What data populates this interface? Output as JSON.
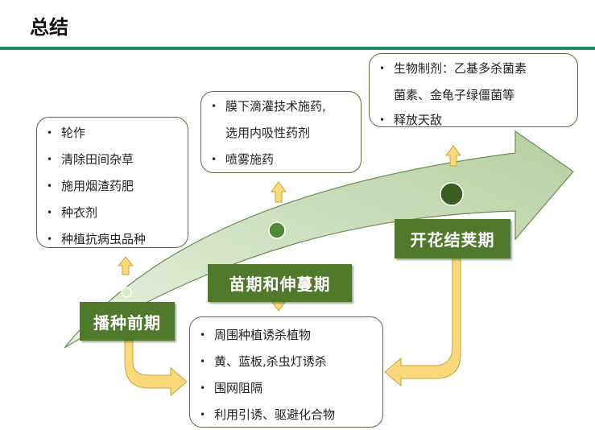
{
  "title": "总结",
  "colors": {
    "accent_rule": "#1e8a5c",
    "stage_label": "#4f7a2c",
    "arrow_fill": "#c5dbb3",
    "yellow_arrow": "#fbd97a"
  },
  "stages": [
    {
      "label": "播种前期",
      "items": [
        "轮作",
        "清除田间杂草",
        "施用烟渣药肥",
        "种衣剂",
        "种植抗病虫品种"
      ]
    },
    {
      "label": "苗期和伸蔓期",
      "items": [
        "膜下滴灌技术施药,",
        "选用内吸性药剂",
        "喷雾施药"
      ]
    },
    {
      "label": "开花结荚期",
      "items": [
        "生物制剂：乙基多杀菌素",
        "菌素、金龟子绿僵菌等",
        "释放天敌"
      ]
    }
  ],
  "common_measures": [
    "周围种植诱杀植物",
    "黄、蓝板,杀虫灯诱杀",
    "围网阻隔",
    "利用引诱、驱避化合物"
  ]
}
